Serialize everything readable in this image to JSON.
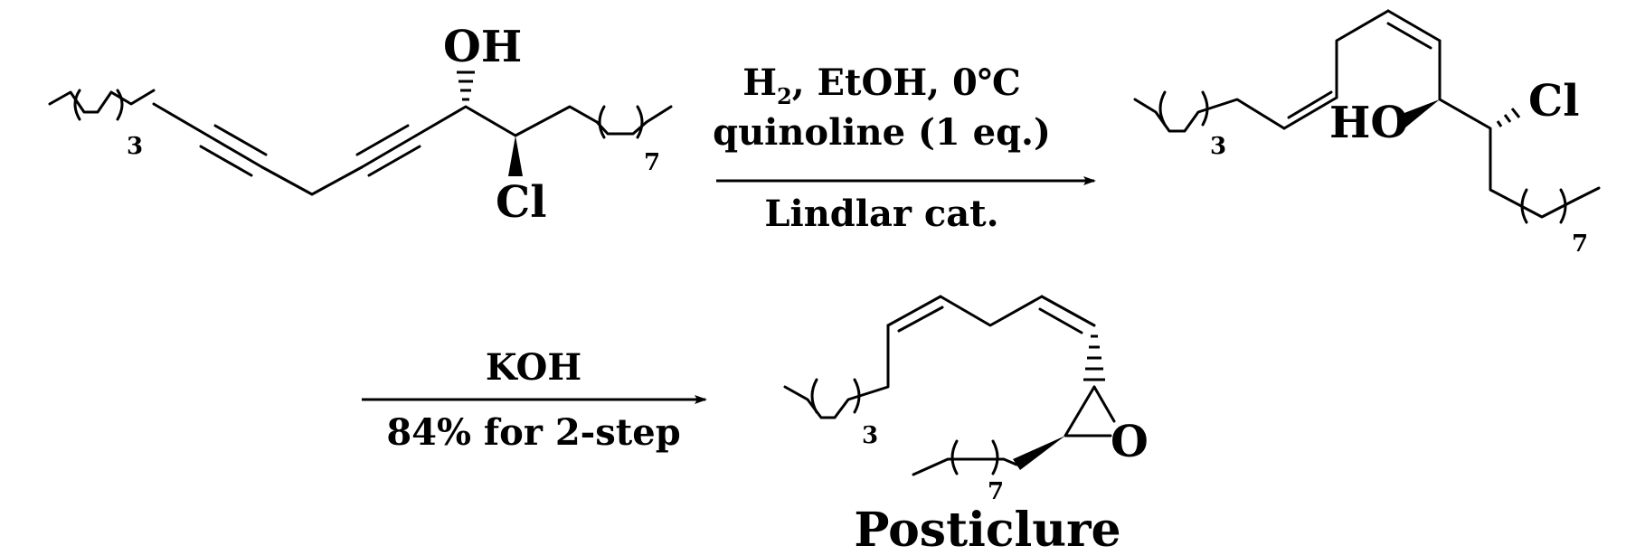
{
  "step1": {
    "reagents_line1_prefix": "H",
    "reagents_line1_sub": "2",
    "reagents_line1_suffix": ", EtOH, 0℃",
    "reagents_line2": "quinoline (1 eq.)",
    "catalyst": "Lindlar cat."
  },
  "step2": {
    "reagent": "KOH",
    "yield": "84% for 2-step"
  },
  "starting_material": {
    "oh_label": "OH",
    "cl_label": "Cl",
    "chain_a_count": "3",
    "chain_b_count": "7"
  },
  "intermediate": {
    "ho_label": "HO",
    "cl_label": "Cl",
    "chain_a_count": "3",
    "chain_b_count": "7"
  },
  "product": {
    "o_label": "O",
    "chain_a_count": "3",
    "chain_b_count": "7",
    "name": "Posticlure"
  }
}
